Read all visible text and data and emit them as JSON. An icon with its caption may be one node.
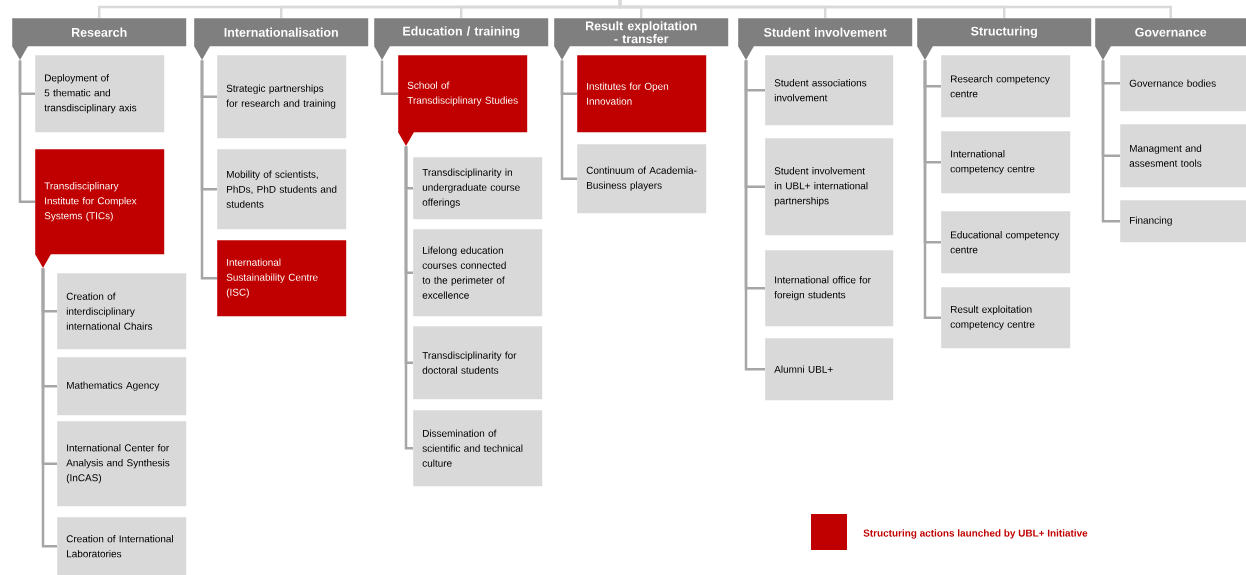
{
  "diagram": {
    "nodes": [
      {
        "text": [
          "Research"
        ]
      },
      {
        "text": [
          "Deployment of 5 thematic and transdisciplinary axis"
        ]
      },
      {
        "text": [
          "Transdisciplinary Institute for Complex Systems (TICs)"
        ]
      },
      {
        "text": [
          "Creation of interdisciplinary international Chairs"
        ]
      },
      {
        "text": [
          "Mathematics Agency"
        ]
      },
      {
        "text": [
          "International Center for Analysis and Synthesis (InCAS)"
        ]
      },
      {
        "text": [
          "Creation of International Laboratories"
        ]
      },
      {
        "text": [
          "Internationalisation"
        ]
      },
      {
        "text": [
          "Strategic partnerships for research and training"
        ]
      },
      {
        "text": [
          "Mobility of scientists, PhDs, PhD students and students"
        ]
      },
      {
        "text": [
          "International Sustainability Centre (ISC)"
        ]
      },
      {
        "text": [
          "Education / training"
        ]
      },
      {
        "text": [
          "School of Transdisciplinary Studies"
        ]
      },
      {
        "text": [
          "Transdisciplinarity in undergraduate course offerings"
        ]
      },
      {
        "text": [
          "Lifelong education courses connected to the perimeter of excellence"
        ]
      },
      {
        "text": [
          "Transdisciplinarity for doctoral students"
        ]
      },
      {
        "text": [
          "Dissemination of scientific and technical culture"
        ]
      },
      {
        "text": [
          "Result exploitation - transfer"
        ]
      },
      {
        "text": [
          "Institutes  for Open Innovation"
        ]
      },
      {
        "text": [
          "Continuum of Academia-Business players"
        ]
      },
      {
        "text": [
          "Student involvement"
        ]
      },
      {
        "text": [
          "Student associations involvement"
        ]
      },
      {
        "text": [
          "Student involvement in UBL+ international partnerships"
        ]
      },
      {
        "text": [
          "International office for foreign students"
        ]
      },
      {
        "text": [
          "Alumni UBL+"
        ]
      },
      {
        "text": [
          "Structuring"
        ]
      },
      {
        "text": [
          "Research competency centre"
        ]
      },
      {
        "text": [
          "International competency centre"
        ]
      },
      {
        "text": [
          "Educational competency centre"
        ]
      },
      {
        "text": [
          "Result exploitation competency centre"
        ]
      },
      {
        "text": [
          "Governance"
        ]
      },
      {
        "text": [
          "Governance bodies"
        ]
      },
      {
        "text": [
          "Managment and assesment tools"
        ]
      },
      {
        "text": [
          "Financing"
        ]
      }
    ],
    "edges": [
      {
        "from": null,
        "to": 0,
        "arrow": "none"
      },
      {
        "from": null,
        "to": 7,
        "arrow": "none"
      },
      {
        "from": null,
        "to": 11,
        "arrow": "none"
      },
      {
        "from": null,
        "to": 17,
        "arrow": "none"
      },
      {
        "from": null,
        "to": 20,
        "arrow": "none"
      },
      {
        "from": null,
        "to": 25,
        "arrow": "none"
      },
      {
        "from": null,
        "to": 30,
        "arrow": "none"
      },
      {
        "from": 0,
        "to": 1,
        "arrow": "none"
      },
      {
        "from": 0,
        "to": 2,
        "arrow": "none"
      },
      {
        "from": 2,
        "to": 3,
        "arrow": "none"
      },
      {
        "from": 2,
        "to": 4,
        "arrow": "none"
      },
      {
        "from": 2,
        "to": 5,
        "arrow": "none"
      },
      {
        "from": 2,
        "to": 6,
        "arrow": "none"
      },
      {
        "from": 7,
        "to": 8,
        "arrow": "none"
      },
      {
        "from": 7,
        "to": 9,
        "arrow": "none"
      },
      {
        "from": 7,
        "to": 10,
        "arrow": "none"
      },
      {
        "from": 11,
        "to": 12,
        "arrow": "none"
      },
      {
        "from": 12,
        "to": 13,
        "arrow": "none"
      },
      {
        "from": 12,
        "to": 14,
        "arrow": "none"
      },
      {
        "from": 12,
        "to": 15,
        "arrow": "none"
      },
      {
        "from": 12,
        "to": 16,
        "arrow": "none"
      },
      {
        "from": 17,
        "to": 18,
        "arrow": "none"
      },
      {
        "from": 17,
        "to": 19,
        "arrow": "none"
      },
      {
        "from": 20,
        "to": 21,
        "arrow": "none"
      },
      {
        "from": 20,
        "to": 22,
        "arrow": "none"
      },
      {
        "from": 20,
        "to": 23,
        "arrow": "none"
      },
      {
        "from": 20,
        "to": 24,
        "arrow": "none"
      },
      {
        "from": 25,
        "to": 26,
        "arrow": "none"
      },
      {
        "from": 25,
        "to": 27,
        "arrow": "none"
      },
      {
        "from": 25,
        "to": 28,
        "arrow": "none"
      },
      {
        "from": 25,
        "to": 29,
        "arrow": "none"
      },
      {
        "from": 30,
        "to": 31,
        "arrow": "none"
      },
      {
        "from": 30,
        "to": 32,
        "arrow": "none"
      },
      {
        "from": 30,
        "to": 33,
        "arrow": "none"
      }
    ],
    "legend": [
      {
        "text": "Structuring actions launched by UBL+ Initiative",
        "color": "#c00000"
      }
    ]
  }
}
